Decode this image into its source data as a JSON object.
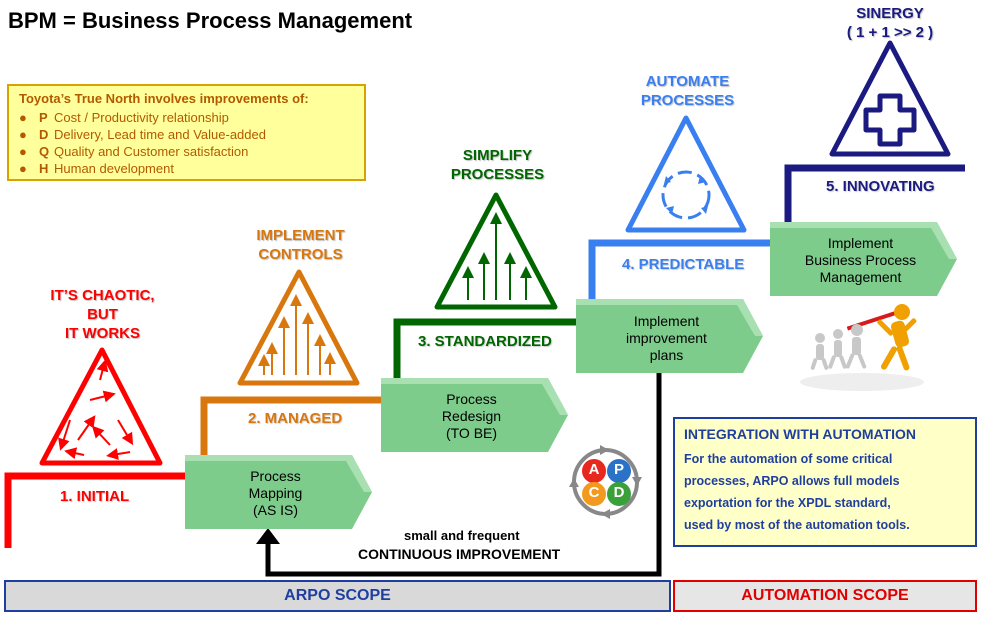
{
  "title": "BPM = Business Process Management",
  "toyota": {
    "heading": "Toyota’s True North involves improvements of:",
    "items": [
      {
        "letter": "P",
        "text": "Cost / Productivity relationship"
      },
      {
        "letter": "D",
        "text": "Delivery, Lead time and Value-added"
      },
      {
        "letter": "Q",
        "text": "Quality and Customer satisfaction"
      },
      {
        "letter": "H",
        "text": "Human development"
      }
    ]
  },
  "levels": {
    "chaotic": [
      "IT’S CHAOTIC,",
      "BUT",
      "IT WORKS"
    ],
    "controls": [
      "IMPLEMENT",
      "CONTROLS"
    ],
    "simplify": [
      "SIMPLIFY",
      "PROCESSES"
    ],
    "automate": [
      "AUTOMATE",
      "PROCESSES"
    ],
    "sinergy": [
      "SINERGY",
      "( 1 + 1 >> 2 )"
    ]
  },
  "steps": {
    "s1": "1. INITIAL",
    "s2": "2. MANAGED",
    "s3": "3. STANDARDIZED",
    "s4": "4. PREDICTABLE",
    "s5": "5. INNOVATING"
  },
  "chevrons": {
    "c1": [
      "Process",
      "Mapping",
      "(AS IS)"
    ],
    "c2": [
      "Process",
      "Redesign",
      "(TO BE)"
    ],
    "c3": [
      "Implement",
      "improvement",
      "plans"
    ],
    "c4": [
      "Implement",
      "Business Process",
      "Management"
    ]
  },
  "pdca": {
    "a": "A",
    "p": "P",
    "c": "C",
    "d": "D"
  },
  "continuous": {
    "small": "small and frequent",
    "big": "CONTINUOUS IMPROVEMENT"
  },
  "integration": {
    "title": "INTEGRATION WITH AUTOMATION",
    "lines": [
      "For the automation of some critical",
      "processes, ARPO allows full models",
      "exportation for the XPDL standard,",
      "used by most of the automation tools."
    ]
  },
  "scopes": {
    "arpo": "ARPO SCOPE",
    "automation": "AUTOMATION SCOPE"
  },
  "colors": {
    "red": "#ff0000",
    "orange": "#d9770f",
    "green": "#006600",
    "blue": "#3a7ff0",
    "navy": "#1a1a80",
    "chevron": "#7dcc8b",
    "toyota_text": "#b35900",
    "integration_text": "#1f3fa0"
  }
}
